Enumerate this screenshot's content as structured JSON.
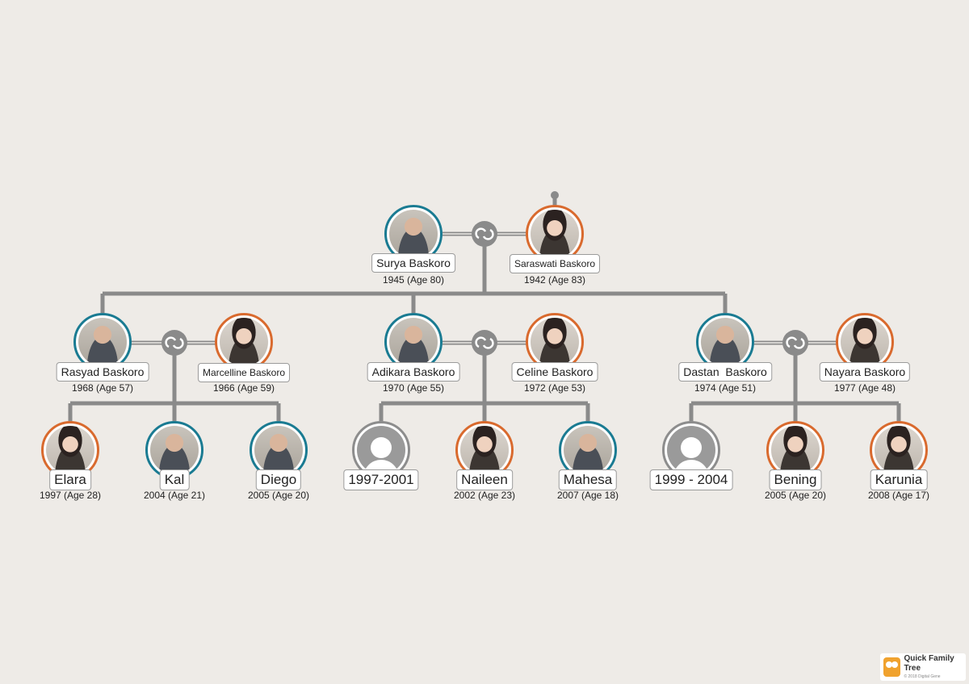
{
  "people": {
    "surya": {
      "name": "Surya Baskoro",
      "dates": "1945 (Age 80)"
    },
    "saraswati": {
      "name": "Saraswati Baskoro",
      "dates": "1942 (Age 83)"
    },
    "rasyad": {
      "name": "Rasyad Baskoro",
      "dates": "1968 (Age 57)"
    },
    "marcelline": {
      "name": "Marcelline Baskoro",
      "dates": "1966 (Age 59)"
    },
    "adikara": {
      "name": "Adikara Baskoro",
      "dates": "1970 (Age 55)"
    },
    "celine": {
      "name": "Celine Baskoro",
      "dates": "1972 (Age 53)"
    },
    "dastan": {
      "name": "Dastan  Baskoro",
      "dates": "1974 (Age 51)"
    },
    "nayara": {
      "name": "Nayara Baskoro",
      "dates": "1977 (Age 48)"
    },
    "elara": {
      "name": "Elara",
      "dates": "1997 (Age 28)"
    },
    "kal": {
      "name": "Kal",
      "dates": "2004 (Age 21)"
    },
    "diego": {
      "name": "Diego",
      "dates": "2005 (Age 20)"
    },
    "unknown1": {
      "name": "1997-2001"
    },
    "naileen": {
      "name": "Naileen",
      "dates": "2002 (Age 23)"
    },
    "mahesa": {
      "name": "Mahesa",
      "dates": "2007 (Age 18)"
    },
    "unknown2": {
      "name": "1999 - 2004"
    },
    "bening": {
      "name": "Bening",
      "dates": "2005 (Age 20)"
    },
    "karunia": {
      "name": "Karunia",
      "dates": "2008 (Age 17)"
    }
  },
  "colors": {
    "male": "#1a7b92",
    "female": "#d96a2e",
    "unknown": "#8d8d8d",
    "connector": "#8a8a8a"
  },
  "branding": {
    "title": "Quick Family Tree",
    "subtitle": "© 2018 Digital Gene"
  }
}
